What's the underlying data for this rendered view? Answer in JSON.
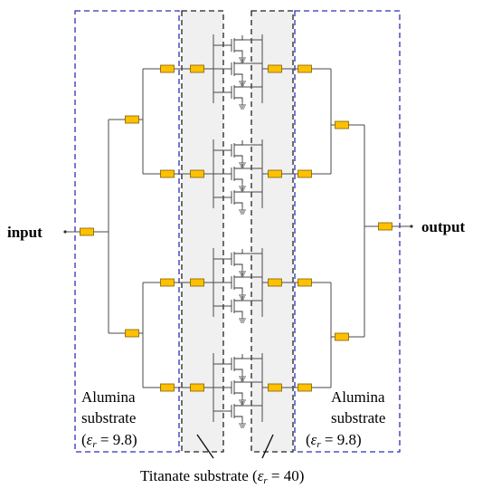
{
  "labels": {
    "input": "input",
    "output": "output",
    "left_substrate_line1": "Alumina",
    "left_substrate_line2": "substrate",
    "left_substrate_eps_open": "(",
    "left_substrate_eps_sym": "ε",
    "left_substrate_eps_sub": "r",
    "left_substrate_eps_val": " = 9.8)",
    "right_substrate_line1": "Alumina",
    "right_substrate_line2": "substrate",
    "right_substrate_eps_open": "(",
    "right_substrate_eps_sym": "ε",
    "right_substrate_eps_sub": "r",
    "right_substrate_eps_val": " = 9.8)",
    "titanate_prefix": "Titanate substrate (",
    "titanate_eps_sym": "ε",
    "titanate_eps_sub": "r",
    "titanate_eps_val": " = 40)"
  },
  "colors": {
    "alumina_border": "#2e2eb8",
    "titanate_fill": "#f0f0f0",
    "resistor": "#ffc000",
    "wire": "#4a4a4a"
  }
}
